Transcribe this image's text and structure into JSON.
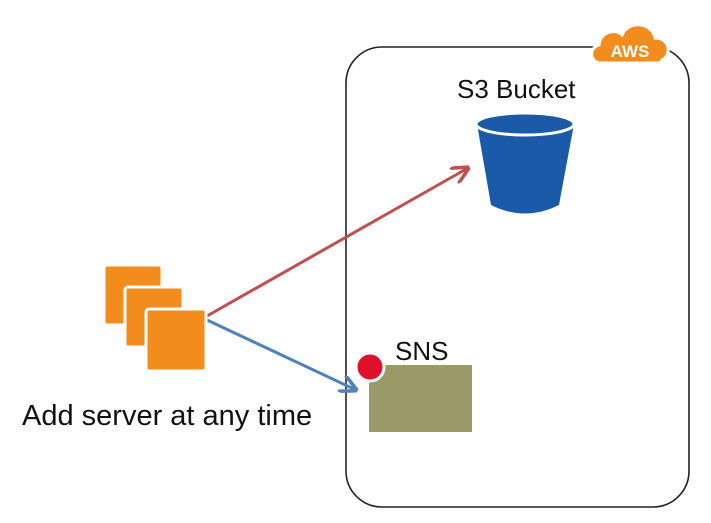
{
  "cloud_badge": {
    "text": "AWS",
    "color": "#f28c1c"
  },
  "nodes": {
    "s3": {
      "label": "S3 Bucket",
      "icon": "bucket-icon",
      "color": "#1a5aa8"
    },
    "sns": {
      "label": "SNS",
      "icon": "topic-box-icon",
      "color": "#9a9968",
      "badge_color": "#e0102a"
    },
    "servers": {
      "label": "Add server at any time",
      "icon": "stacked-servers-icon",
      "color": "#f28c1c"
    }
  },
  "edges": [
    {
      "from": "servers",
      "to": "s3",
      "color": "#c0504d"
    },
    {
      "from": "servers",
      "to": "sns",
      "color": "#4f81bd"
    }
  ]
}
